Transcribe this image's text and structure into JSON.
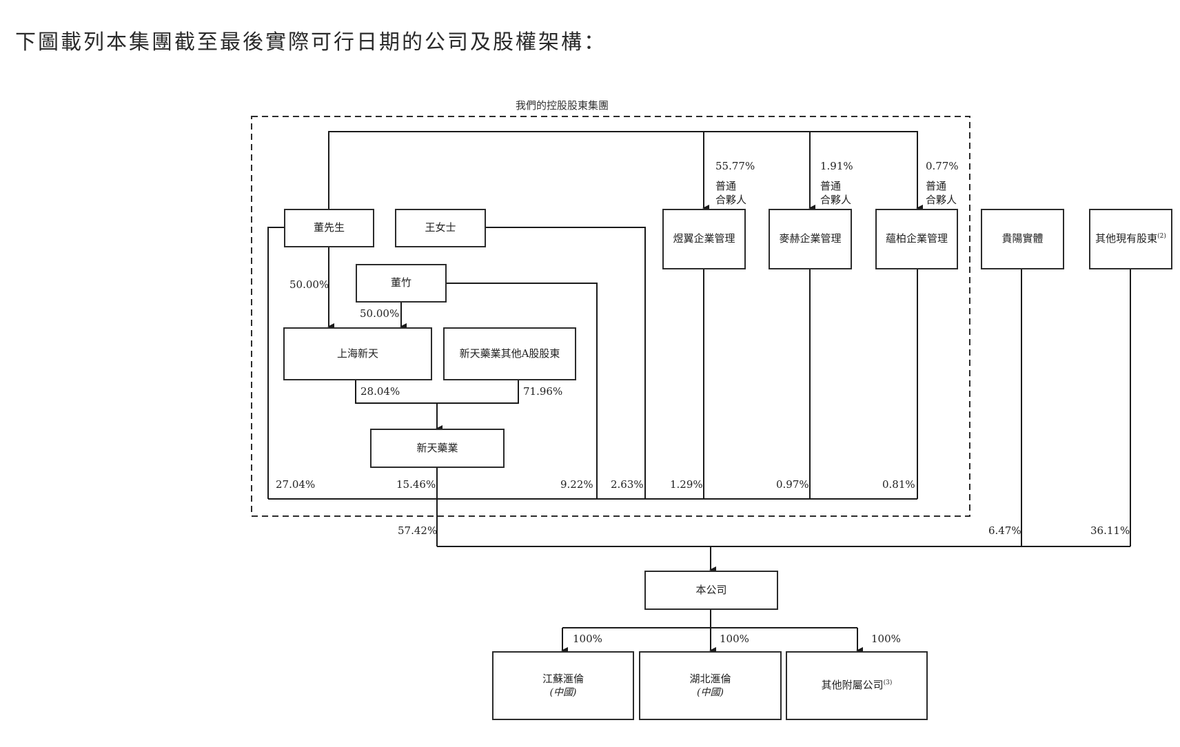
{
  "heading": "下圖載列本集團截至最後實際可行日期的公司及股權架構：",
  "group_label": "我們的控股股東集團",
  "entities": {
    "dong": "董先生",
    "wang": "王女士",
    "dongzhu": "董竹",
    "shanghai": "上海新天",
    "other_a": "新天藥業其他A股股東",
    "xintian": "新天藥業",
    "yuyi": "煜翼企業管理",
    "maihe": "麥赫企業管理",
    "yunbai": "蘊柏企業管理",
    "guiyang": "貴陽實體",
    "others": "其他現有股東",
    "others_note": "(2)",
    "company": "本公司",
    "jiangsu": "江蘇滙倫",
    "jiangsu_sub": "(中國)",
    "hubei": "湖北滙倫",
    "hubei_sub": "(中國)",
    "other_subs": "其他附屬公司",
    "other_subs_note": "(3)"
  },
  "gp_label_1": "普通",
  "gp_label_2": "合夥人",
  "percentages": {
    "yuyi_gp": "55.77%",
    "maihe_gp": "1.91%",
    "yunbai_gp": "0.77%",
    "dong_shanghai": "50.00%",
    "dongzhu_shanghai": "50.00%",
    "shanghai_xintian": "28.04%",
    "othera_xintian": "71.96%",
    "dong_co": "27.04%",
    "xintian_co": "15.46%",
    "dongzhu_co": "9.22%",
    "wang_co": "2.63%",
    "yuyi_co": "1.29%",
    "maihe_co": "0.97%",
    "yunbai_co": "0.81%",
    "group_total": "57.42%",
    "guiyang_co": "6.47%",
    "others_co": "36.11%",
    "jiangsu": "100%",
    "hubei": "100%",
    "other_subs": "100%"
  }
}
